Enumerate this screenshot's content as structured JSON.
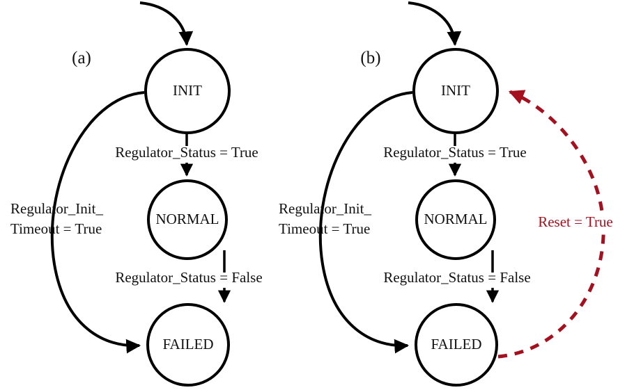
{
  "figure": {
    "background": "#ffffff",
    "stroke_color": "#000000",
    "reset_color": "#A5101F"
  },
  "panels": [
    {
      "key": "a",
      "label": "(a)",
      "states": [
        {
          "key": "init",
          "label": "INIT"
        },
        {
          "key": "normal",
          "label": "NORMAL"
        },
        {
          "key": "failed",
          "label": "FAILED"
        }
      ],
      "transitions": [
        {
          "key": "init-to-normal",
          "label": "Regulator_Status = True"
        },
        {
          "key": "normal-to-failed",
          "label": "Regulator_Status = False"
        },
        {
          "key": "init-to-failed-l1",
          "label": "Regulator_Init_"
        },
        {
          "key": "init-to-failed-l2",
          "label": "Timeout = True"
        }
      ]
    },
    {
      "key": "b",
      "label": "(b)",
      "states": [
        {
          "key": "init",
          "label": "INIT"
        },
        {
          "key": "normal",
          "label": "NORMAL"
        },
        {
          "key": "failed",
          "label": "FAILED"
        }
      ],
      "transitions": [
        {
          "key": "init-to-normal",
          "label": "Regulator_Status = True"
        },
        {
          "key": "normal-to-failed",
          "label": "Regulator_Status = False"
        },
        {
          "key": "init-to-failed-l1",
          "label": "Regulator_Init_"
        },
        {
          "key": "init-to-failed-l2",
          "label": "Timeout = True"
        },
        {
          "key": "failed-to-init-reset",
          "label": "Reset = True"
        }
      ]
    }
  ]
}
